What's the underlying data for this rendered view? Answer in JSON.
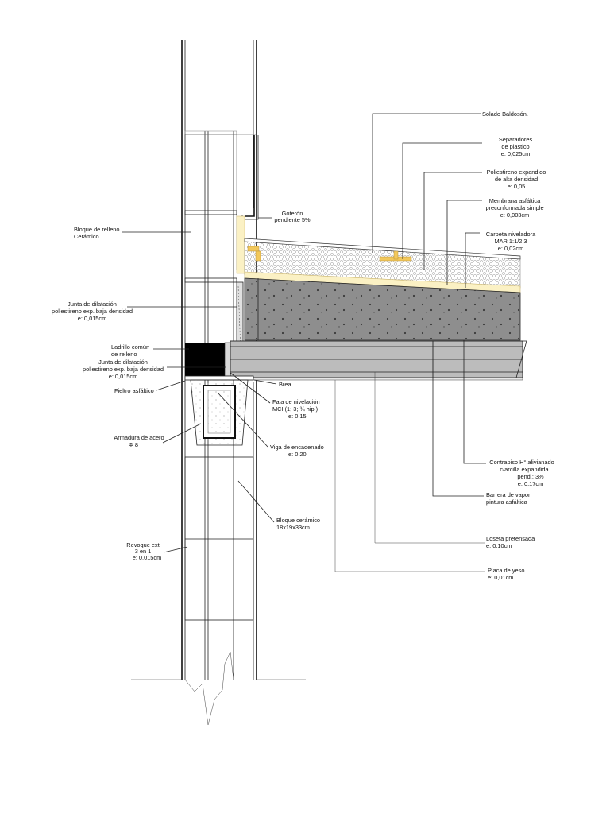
{
  "labels": {
    "solado": [
      "Solado Baldosón."
    ],
    "separadores": [
      "Separadores",
      "de plastico",
      "e: 0,025cm"
    ],
    "poliestireno_alta": [
      "Poliestireno expandido",
      "de alta densidad",
      "e: 0,05"
    ],
    "membrana": [
      "Membrana asfáltica",
      "preconformada simple",
      "e: 0,003cm"
    ],
    "carpeta": [
      "Carpeta niveladora",
      "MAR 1:1/2:3",
      "e: 0,02cm"
    ],
    "goteron": [
      "Goterón",
      "pendiente 5%"
    ],
    "bloque_relleno": [
      "Bloque de relleno",
      "Cerámico"
    ],
    "junta_1": [
      "Junta de dilatación",
      "poliestireno exp. baja densidad",
      "e: 0,015cm"
    ],
    "ladrillo_comun": [
      "Ladrillo común",
      "de relleno"
    ],
    "junta_2": [
      "Junta de dilatación",
      "poliestireno exp. baja densidad",
      "e: 0,015cm"
    ],
    "fieltro": [
      "Fieltro asfáltico"
    ],
    "brea": [
      "Brea"
    ],
    "faja": [
      "Faja de nivelación",
      "MCI (1; 3; ¾ hip.)",
      "e: 0,15"
    ],
    "armadura": [
      "Armadura de acero",
      "Φ 8"
    ],
    "viga": [
      "Viga de encadenado",
      "e: 0,20"
    ],
    "contrapiso": [
      "Contrapiso H° alivianado",
      "c/arcilla expandida",
      "pend.: 3%",
      "e: 0,17cm"
    ],
    "barrera": [
      "Barrera de vapor",
      "pintura asfáltica"
    ],
    "bloque_ceramico": [
      "Bloque cerámico",
      "18x19x33cm"
    ],
    "revoque": [
      "Revoque ext",
      "3 en 1",
      "e: 0,015cm"
    ],
    "loseta": [
      "Loseta pretensada",
      "e: 0,10cm"
    ],
    "placa": [
      "Placa de yeso",
      "e: 0,01cm"
    ]
  },
  "colors": {
    "concrete": "#8e8e8e",
    "slab": "#bcbcbc",
    "insulation": "#fbf1c4",
    "black_brick": "#000000",
    "line": "#222222"
  }
}
